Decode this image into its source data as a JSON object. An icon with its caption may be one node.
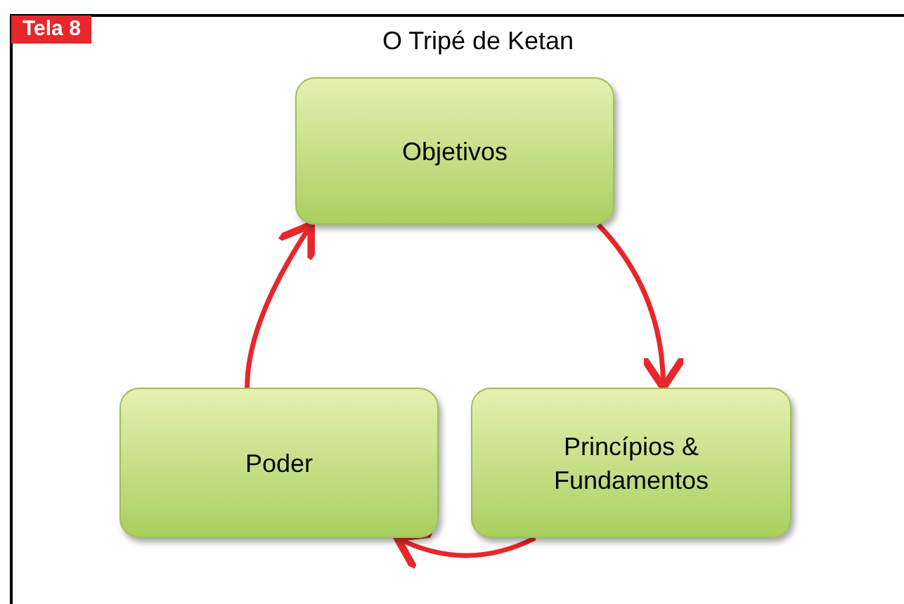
{
  "diagram": {
    "title": "O Tripé de Ketan",
    "nodes": [
      {
        "text": [
          "Objetivos"
        ]
      },
      {
        "text": [
          "Princípios & Fundamentos"
        ]
      },
      {
        "text": [
          "Poder"
        ]
      }
    ],
    "edges": [
      {
        "from": 0,
        "to": 1,
        "arrow": "to"
      },
      {
        "from": 1,
        "to": 2,
        "arrow": "to"
      },
      {
        "from": 2,
        "to": 0,
        "arrow": "to"
      }
    ],
    "labels": [
      "Tela 8"
    ]
  }
}
